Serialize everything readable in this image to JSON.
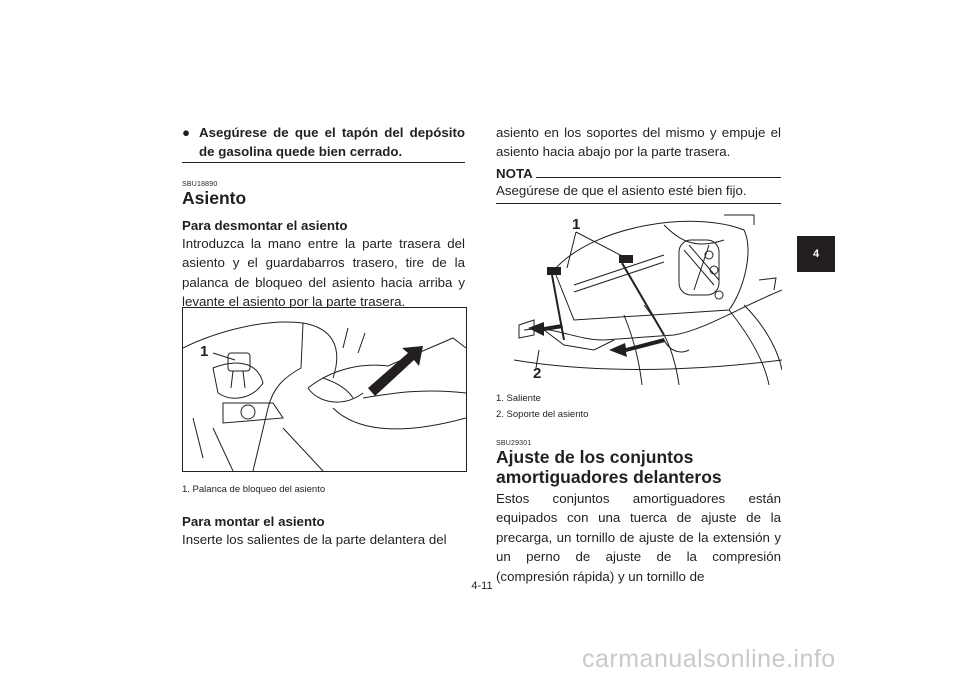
{
  "bullet": {
    "glyph": "●",
    "text": "Asegúrese de que el tapón del depósito de gasolina quede bien cerrado."
  },
  "seat": {
    "code": "SBU18890",
    "title": "Asiento",
    "remove_heading": "Para desmontar el asiento",
    "remove_text": "Introduzca la mano entre la parte trasera del asiento y el guardabarros trasero, tire de la palanca de bloqueo del asiento hacia arriba y levante el asiento por la parte trasera.",
    "figure1_callout": "1",
    "figure1_caption": "1.  Palanca de bloqueo del asiento",
    "install_heading": "Para montar el asiento",
    "install_text": "Inserte los salientes de la parte delantera del"
  },
  "right": {
    "continued_text": "asiento en los soportes del mismo y empuje el asiento hacia abajo por la parte trasera.",
    "note_label": "NOTA",
    "note_text": "Asegúrese de que el asiento esté bien fijo.",
    "figure2_callout_1": "1",
    "figure2_callout_2": "2",
    "figure2_caption_1": "1.  Saliente",
    "figure2_caption_2": "2.  Soporte del asiento"
  },
  "shock": {
    "code": "SBU29301",
    "title_line1": "Ajuste de los conjuntos",
    "title_line2": "amortiguadores delanteros",
    "text": "Estos conjuntos amortiguadores están equipados con una tuerca de ajuste de la precarga, un tornillo de ajuste de la extensión y un perno de ajuste de la compresión (compresión rápida) y un tornillo de"
  },
  "chapter_tab": "4",
  "page_number": "4-11",
  "watermark": "carmanualsonline.info"
}
